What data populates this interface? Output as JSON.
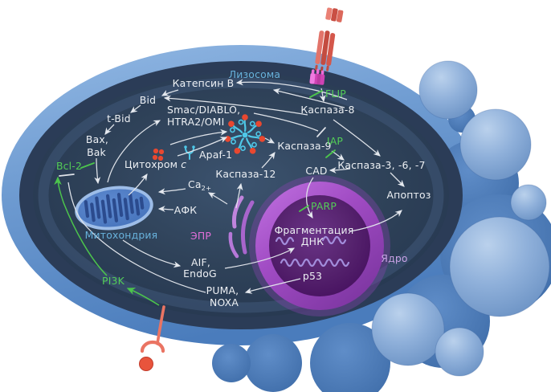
{
  "diagram": {
    "description": "Cell apoptosis signalling pathway diagram",
    "organelle_labels": {
      "lysosome": "Лизосома",
      "mitochondria": "Митохондрия",
      "er": "ЭПР",
      "nucleus": "Ядро"
    },
    "molecule_labels": {
      "cathepsin": "Катепсин B",
      "bid": "Bid",
      "tbid": "t-Bid",
      "smac1": "Smac/DIABLO,",
      "smac2": "HTRA2/OMI",
      "bax": "Bax,",
      "bak": "Bak",
      "bcl2": "Bcl-2",
      "cytochrome": "Цитохром",
      "cytochrome_c": "c",
      "apaf1": "Apaf-1",
      "caspase12": "Каспаза-12",
      "ca": "Ca",
      "ca_sub": "2+",
      "ros": "АФК",
      "aif1": "AIF,",
      "aif2": "EndoG",
      "puma1": "PUMA,",
      "puma2": "NOXA",
      "pi3k": "PI3K",
      "caspase8": "Каспаза-8",
      "flip": "FLIP",
      "caspase9": "Каспаза-9",
      "iap": "IAP",
      "caspase367": "Каспаза-3, -6, -7",
      "cad": "CAD",
      "apoptosis": "Апоптоз",
      "parp": "PARP",
      "frag1": "Фрагментация",
      "frag2": "ДНК",
      "p53": "p53"
    },
    "icons": {
      "death_receptor": "death-receptor-icon",
      "ligand": "ligand-icon",
      "fadd_adapter": "fadd-adapter-icon",
      "apoptosome": "apoptosome-icon",
      "apaf1_glyph": "apaf1-icon",
      "cytochrome_dots": "cytochrome-c-dots-icon",
      "mitochondrion": "mitochondrion-icon",
      "nucleus": "nucleus-icon",
      "er_cisternae": "er-cisternae-icon",
      "dna_strand": "dna-strand-icon",
      "growth_factor_receptor": "growth-factor-receptor-icon",
      "bleb": "membrane-bleb-icon"
    },
    "colors": {
      "background": "#ffffff",
      "membrane_light": "#7fa9d8",
      "membrane_dark_ring": "#2b3c57",
      "cytoplasm": "#2c3f59",
      "bleb_sphere": "#9db9e0",
      "bleb_blob": "#4674b0",
      "nucleus_ring": "#a44fc6",
      "nucleus_inner": "#53206f",
      "mitochondria_fill": "#4e7cc4",
      "er_stroke": "#b678d8",
      "arrow_white": "#e0e4ea",
      "activation_green": "#4cc44c",
      "label_green": "#53ce57",
      "label_organelle_blue": "#68b2dc",
      "label_er_pink": "#e06fd9",
      "label_nucleus_purple": "#c9a2e6",
      "receptor_red": "#d4574b",
      "fadd_magenta": "#cf43b4",
      "ligand_red": "#e8543c",
      "cytochrome_dot_red": "#e84830",
      "apoptosome_cyan": "#4fc8e8",
      "dna_strand_purple": "#9c86d8",
      "text_white": "#edf0f4"
    }
  }
}
